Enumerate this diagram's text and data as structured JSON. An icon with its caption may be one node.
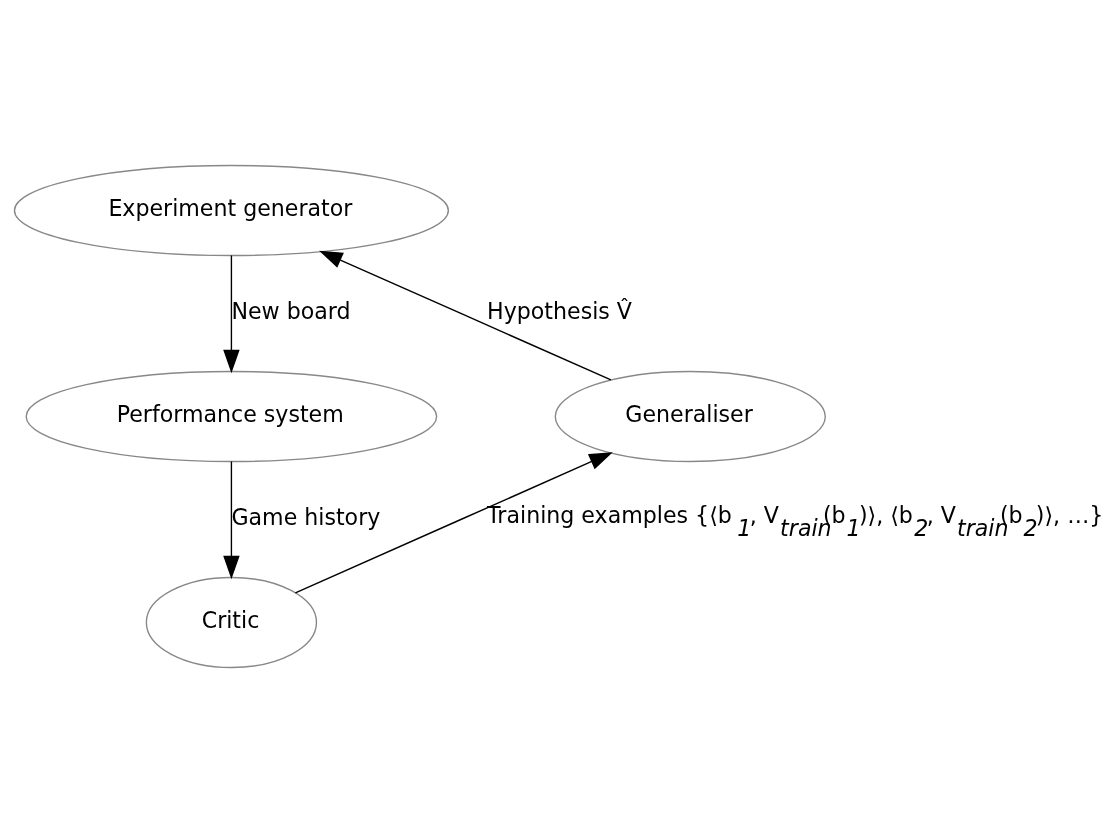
{
  "diagram": {
    "nodes": [
      {
        "text": [
          "Experiment generator"
        ]
      },
      {
        "text": [
          "Performance system"
        ]
      },
      {
        "text": [
          "Generaliser"
        ]
      },
      {
        "text": [
          "Critic"
        ]
      }
    ],
    "edges": [
      {
        "from": 0,
        "to": 1,
        "arrow": "to",
        "label": "New board"
      },
      {
        "from": 1,
        "to": 3,
        "arrow": "to",
        "label": "Game history"
      },
      {
        "from": 3,
        "to": 2,
        "arrow": "to",
        "label": "Training examples {⟨b$_{1}$, V$_{train}$(b$_{1}$)⟩, ⟨b$_{2}$, V$_{train}$(b$_{2}$)⟩, …}"
      },
      {
        "from": 2,
        "to": 0,
        "arrow": "to",
        "label": "Hypothesis V̂"
      }
    ]
  }
}
